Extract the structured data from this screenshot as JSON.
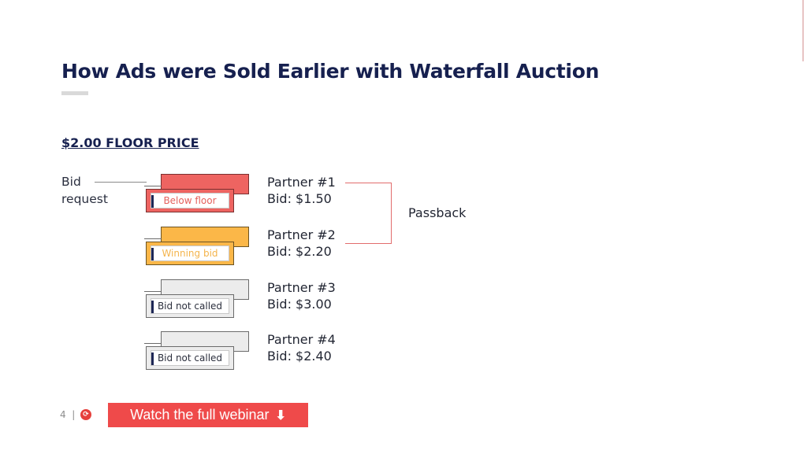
{
  "slide": {
    "title": "How Ads were Sold Earlier with Waterfall Auction",
    "floor_price": "$2.00 FLOOR PRICE",
    "bid_request": "Bid\nrequest"
  },
  "partners": [
    {
      "card_label": "Below floor",
      "partner": "Partner #1",
      "bid": "Bid: $1.50",
      "color": "#ee6461"
    },
    {
      "card_label": "Winning bid",
      "partner": "Partner #2",
      "bid": "Bid: $2.20",
      "color": "#fbb748"
    },
    {
      "card_label": "Bid not called",
      "partner": "Partner #3",
      "bid": "Bid: $3.00",
      "color": "#ececec"
    },
    {
      "card_label": "Bid not called",
      "partner": "Partner #4",
      "bid": "Bid: $2.40",
      "color": "#ececec"
    }
  ],
  "passback": "Passback",
  "footer": {
    "page_number": "4",
    "separator": "|",
    "logo_icon": "brand-logo-icon",
    "button_label": "Watch the full webinar",
    "button_icon": "arrow-down-icon"
  },
  "colors": {
    "title": "#16204f",
    "accent_red": "#ef4a4a",
    "below_floor": "#ee6461",
    "winning": "#fbb748",
    "not_called": "#ececec"
  }
}
